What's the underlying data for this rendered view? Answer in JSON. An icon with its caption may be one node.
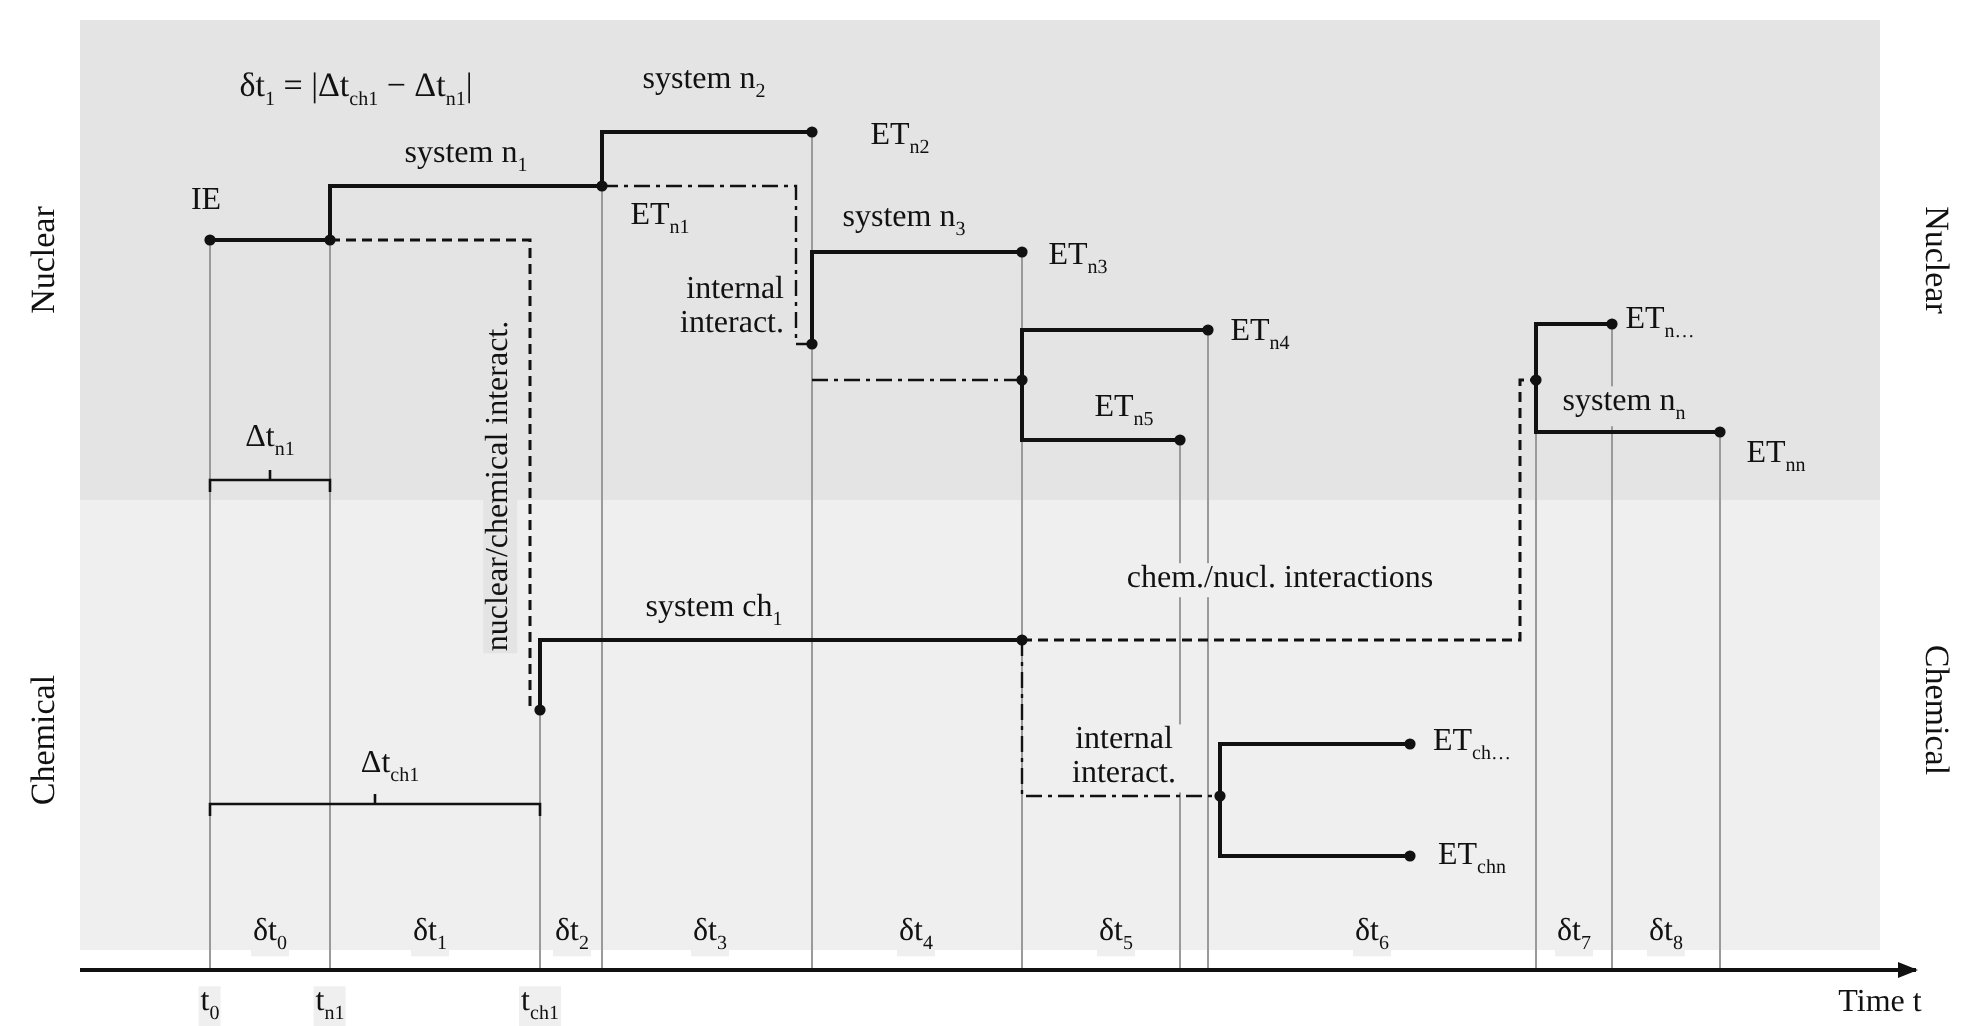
{
  "diagram": {
    "labels": [
      "δt$_{1}$ = |Δt$_{ch1}$ − Δt$_{n1}$|",
      "system n$_{2}$",
      "ET$_{n2}$",
      "system n$_{1}$",
      "IE",
      "ET$_{n1}$",
      "system n$_{3}$",
      "ET$_{n3}$",
      "internal interact.",
      "ET$_{n4}$",
      "ET$_{n5}$",
      "ET$_{n…}$",
      "system n$_{n}$",
      "ET$_{nn}$",
      "Δt$_{n1}$",
      "nuclear/chemical interact.",
      "chem./nucl. interactions",
      "system ch$_{1}$",
      "internal interact.",
      "ET$_{ch…}$",
      "Δt$_{ch1}$",
      "ET$_{chn}$",
      "δt$_{0}$",
      "δt$_{1}$",
      "δt$_{2}$",
      "δt$_{3}$",
      "δt$_{4}$",
      "δt$_{5}$",
      "δt$_{6}$",
      "δt$_{7}$",
      "δt$_{8}$",
      "t$_{0}$",
      "t$_{n1}$",
      "t$_{ch1}$",
      "Time t",
      "Nuclear",
      "Nuclear",
      "Chemical",
      "Chemical"
    ]
  }
}
